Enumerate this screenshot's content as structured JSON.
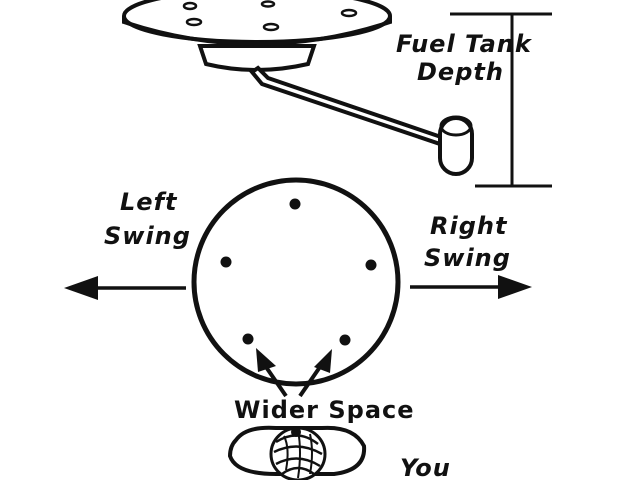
{
  "labels": {
    "fuel_tank": "Fuel Tank",
    "depth": "Depth",
    "left": "Left",
    "left_swing": "Swing",
    "right": "Right",
    "right_swing": "Swing",
    "wider_space": "Wider Space",
    "you": "You"
  },
  "colors": {
    "ink": "#111111",
    "background": "#ffffff"
  },
  "icons": [
    "fuel-sender-flange",
    "float-arm",
    "float",
    "bolt-circle",
    "swing-arrow-left",
    "swing-arrow-right",
    "head-top-view"
  ]
}
